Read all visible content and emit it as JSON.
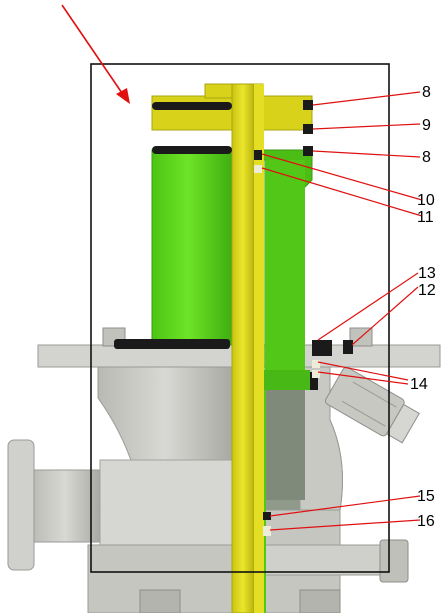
{
  "diagram": {
    "callouts": [
      {
        "id": "8a",
        "label": "8"
      },
      {
        "id": "9",
        "label": "9"
      },
      {
        "id": "8b",
        "label": "8"
      },
      {
        "id": "10",
        "label": "10"
      },
      {
        "id": "11",
        "label": "11"
      },
      {
        "id": "13",
        "label": "13"
      },
      {
        "id": "12",
        "label": "12"
      },
      {
        "id": "14",
        "label": "14"
      },
      {
        "id": "15",
        "label": "15"
      },
      {
        "id": "16",
        "label": "16"
      }
    ]
  },
  "colors": {
    "piston_green": "#5fd51e",
    "stem_yellow": "#e0dc1c",
    "housing_grey": "#c9c9c4",
    "seal_black": "#1a1a1a",
    "leader_red": "#e01010"
  }
}
